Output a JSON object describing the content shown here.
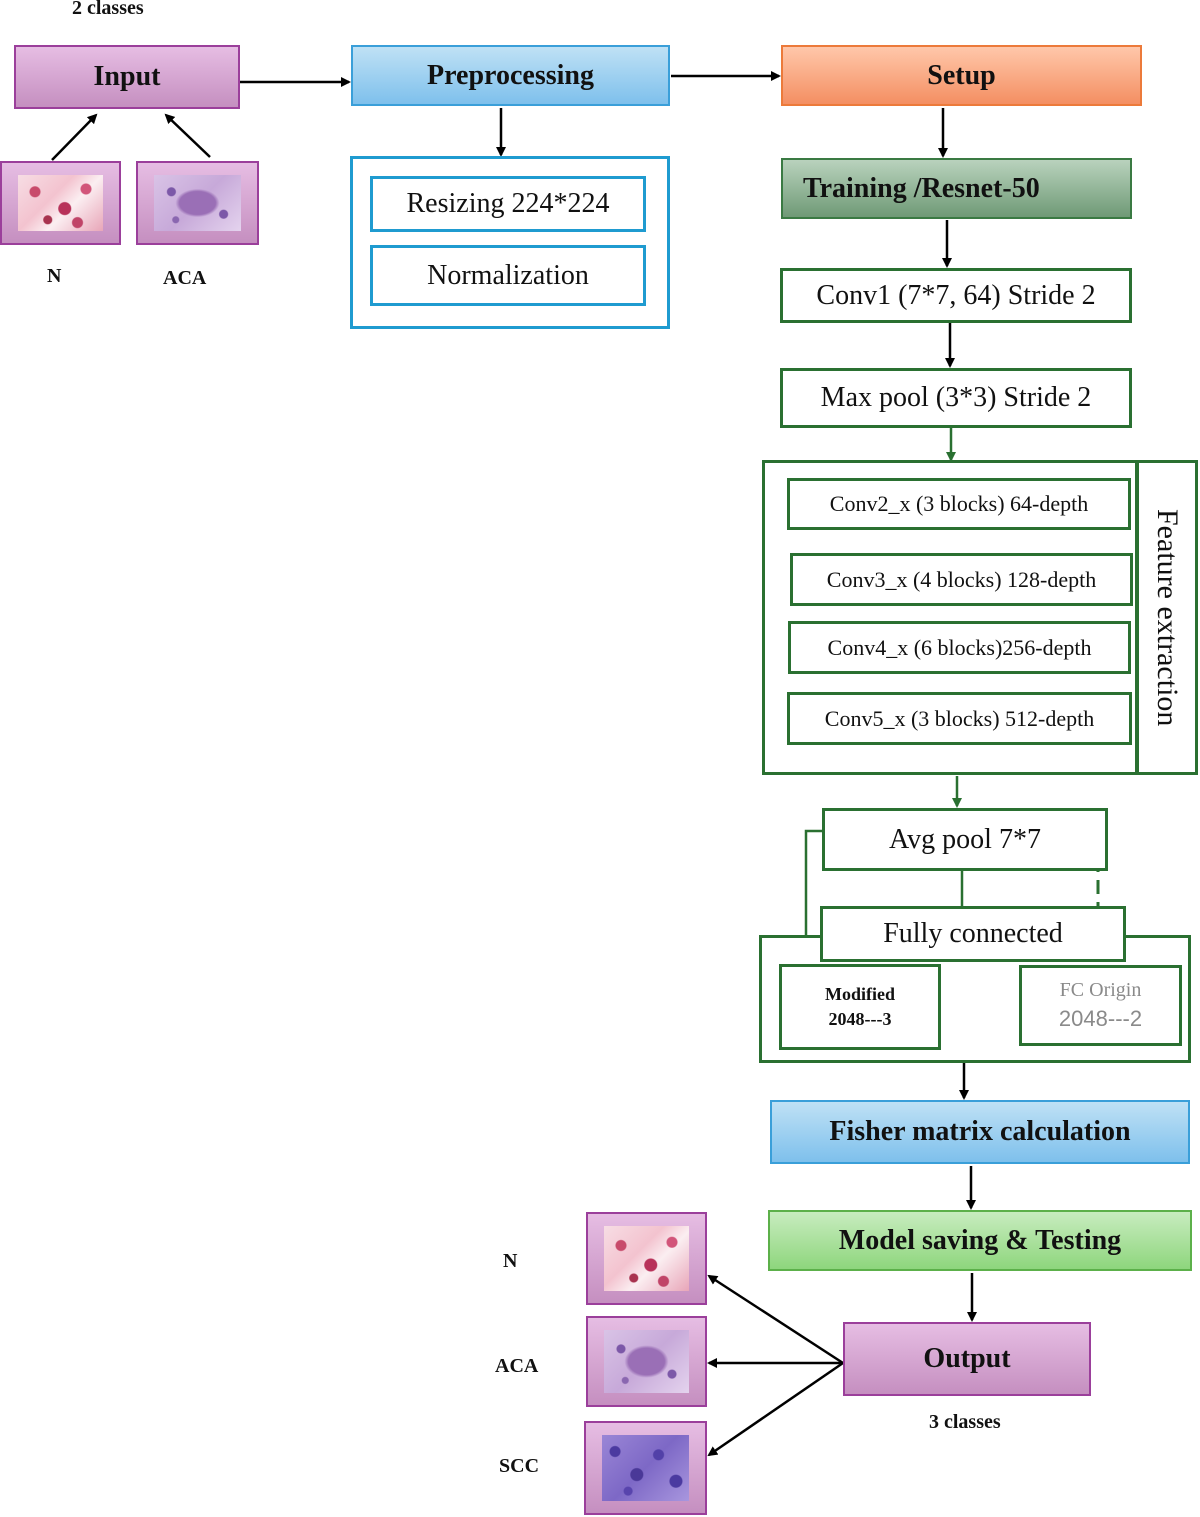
{
  "input": {
    "classes_label": "2 classes",
    "title": "Input",
    "images": [
      {
        "label": "N"
      },
      {
        "label": "ACA"
      }
    ]
  },
  "preprocessing": {
    "title": "Preprocessing",
    "steps": [
      "Resizing 224*224",
      "Normalization"
    ]
  },
  "setup": {
    "title": "Setup"
  },
  "training": {
    "title": "Training /Resnet-50"
  },
  "conv1": "Conv1 (7*7, 64) Stride 2",
  "maxpool": "Max pool (3*3) Stride 2",
  "feature_extraction": {
    "label": "Feature extraction",
    "blocks": [
      "Conv2_x (3 blocks) 64-depth",
      "Conv3_x (4 blocks) 128-depth",
      "Conv4_x (6 blocks)256-depth",
      "Conv5_x (3 blocks) 512-depth"
    ]
  },
  "avgpool": "Avg pool 7*7",
  "fully_connected": {
    "label": "Fully connected",
    "modified_line1": "Modified",
    "modified_line2": "2048---3",
    "origin_line1": "FC Origin",
    "origin_line2": "2048---2"
  },
  "fisher": "Fisher matrix calculation",
  "model_saving": "Model saving & Testing",
  "output": {
    "title": "Output",
    "classes_label": "3 classes",
    "images": [
      {
        "label": "N"
      },
      {
        "label": "ACA"
      },
      {
        "label": "SCC"
      }
    ]
  },
  "colors": {
    "purple": "#9b3f9b",
    "blue": "#3a9fd9",
    "orange": "#ec7a3a",
    "dark_green": "#2a7031",
    "light_green": "#5cb04a",
    "gray_text": "#8a8a8a"
  }
}
